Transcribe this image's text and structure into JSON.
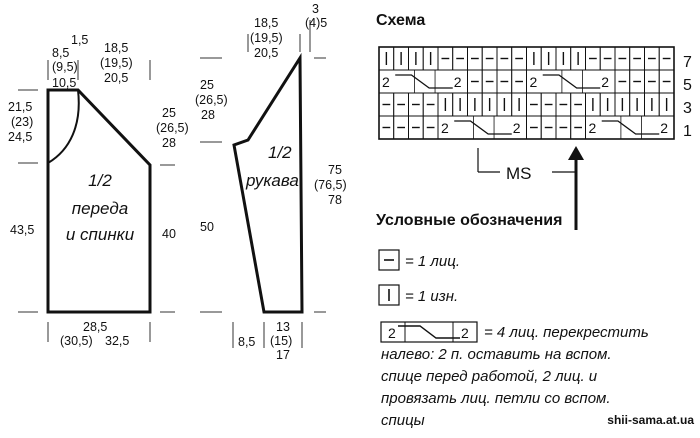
{
  "body_piece": {
    "label_line1": "1/2",
    "label_line2": "переда",
    "label_line3": "и спинки",
    "top_left_a": "8,5",
    "top_left_b": "(9,5)",
    "top_left_c": "10,5",
    "top_mid": "1,5",
    "top_right_a": "18,5",
    "top_right_b": "(19,5)",
    "top_right_c": "20,5",
    "left_a": "21,5",
    "left_b": "(23)",
    "left_c": "24,5",
    "left_height": "43,5",
    "right_a": "25",
    "right_b": "(26,5)",
    "right_c": "28",
    "right_height": "40",
    "bottom_a": "28,5",
    "bottom_b": "(30,5)",
    "bottom_c": "32,5"
  },
  "sleeve_piece": {
    "label_line1": "1/2",
    "label_line2": "рукава",
    "top_a": "18,5",
    "top_b": "(19,5)",
    "top_c": "20,5",
    "top_right_a": "3",
    "top_right_b": "(4)5",
    "left_a": "25",
    "left_b": "(26,5)",
    "left_c": "28",
    "left_height": "50",
    "right_a": "75",
    "right_b": "(76,5)",
    "right_c": "78",
    "bottom_left": "8,5",
    "bottom_a": "13",
    "bottom_b": "(15)",
    "bottom_c": "17"
  },
  "chart": {
    "title": "Схема",
    "row_numbers": [
      "7",
      "5",
      "3",
      "1"
    ],
    "ms_label": "MS",
    "cable_number": "2",
    "rows": [
      [
        "p",
        "p",
        "p",
        "p",
        "k",
        "k",
        "k",
        "k",
        "k",
        "k",
        "p",
        "p",
        "p",
        "p",
        "k",
        "k",
        "k",
        "k",
        "k",
        "k"
      ],
      [
        "c",
        "c",
        "c",
        "c",
        "c",
        "c",
        "k",
        "k",
        "k",
        "k",
        "c",
        "c",
        "c",
        "c",
        "c",
        "c",
        "k",
        "k",
        "k",
        "k"
      ],
      [
        "k",
        "k",
        "k",
        "k",
        "p",
        "p",
        "p",
        "p",
        "p",
        "p",
        "k",
        "k",
        "k",
        "k",
        "p",
        "p",
        "p",
        "p",
        "p",
        "p"
      ],
      [
        "k",
        "k",
        "k",
        "k",
        "c",
        "c",
        "c",
        "c",
        "c",
        "c",
        "k",
        "k",
        "k",
        "k",
        "c",
        "c",
        "c",
        "c",
        "c",
        "c"
      ]
    ]
  },
  "legend": {
    "title": "Условные обозначения",
    "knit_text": "= 1 лиц.",
    "purl_text": "= 1 изн.",
    "cable_text_1": "= 4 лиц. перекрестить",
    "cable_text_2": "налево: 2 п. оставить на вспом.",
    "cable_text_3": "спице перед работой, 2 лиц. и",
    "cable_text_4": "провязать лиц. петли со вспом.",
    "cable_text_5": "спицы"
  },
  "watermark": "shii-sama.at.ua",
  "colors": {
    "ink": "#111111",
    "background": "#ffffff"
  }
}
